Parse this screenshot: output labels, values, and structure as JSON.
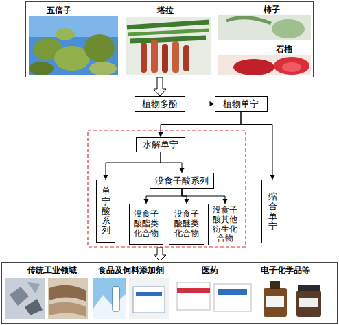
{
  "diagram": {
    "nodes": [
      {
        "text": [
          "五倍子",
          "塔拉",
          "柿子",
          "石榴"
        ]
      },
      {
        "text": [
          "植物多酚"
        ]
      },
      {
        "text": [
          "植物单宁"
        ]
      },
      {
        "text": [
          "水解单宁"
        ]
      },
      {
        "text": [
          "缩合单宁"
        ]
      },
      {
        "text": [
          "单宁酸系列"
        ]
      },
      {
        "text": [
          "没食子酸系列"
        ]
      },
      {
        "text": [
          "没食子酸酯类化合物"
        ]
      },
      {
        "text": [
          "没食子酸醚类化合物"
        ]
      },
      {
        "text": [
          "没食子酸其他衍生化合物"
        ]
      },
      {
        "text": [
          "传统工业领域",
          "食品及饲料添加剂",
          "医药",
          "电子化学品等"
        ]
      }
    ],
    "edges": [
      {
        "from": 0,
        "to": 1,
        "arrow": "to"
      },
      {
        "from": 1,
        "to": 2,
        "arrow": "to"
      },
      {
        "from": 2,
        "to": 3,
        "arrow": "to"
      },
      {
        "from": 2,
        "to": 4,
        "arrow": "to"
      },
      {
        "from": 3,
        "to": 5,
        "arrow": "to"
      },
      {
        "from": 3,
        "to": 6,
        "arrow": "to"
      },
      {
        "from": 6,
        "to": 7,
        "arrow": "to"
      },
      {
        "from": 6,
        "to": 8,
        "arrow": "to"
      },
      {
        "from": 6,
        "to": 9,
        "arrow": "to"
      }
    ]
  }
}
